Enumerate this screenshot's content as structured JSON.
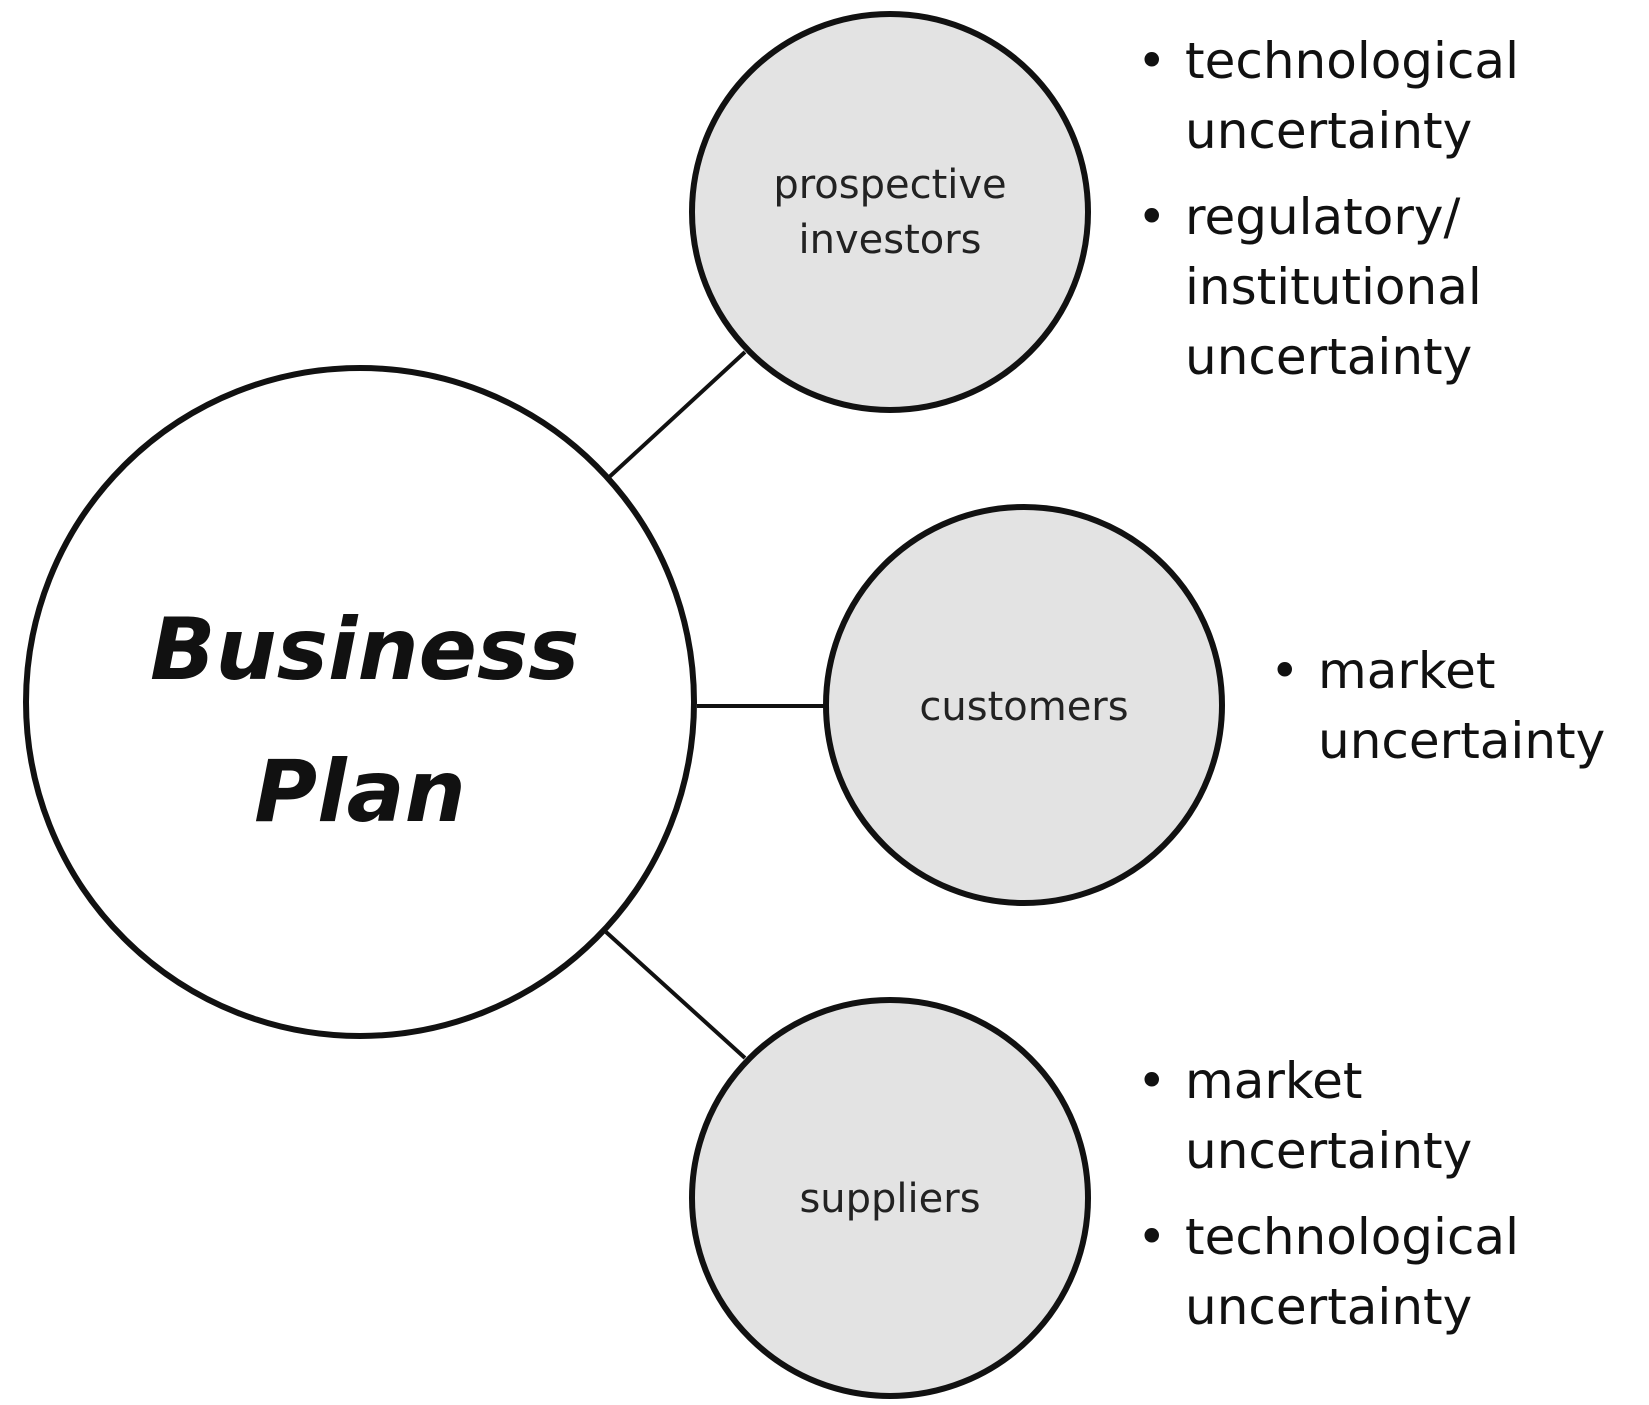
{
  "center": {
    "line1": "Business",
    "line2": "Plan"
  },
  "stakeholders": [
    {
      "id": "investors",
      "label_line1": "prospective",
      "label_line2": "investors",
      "bullets": [
        {
          "line1": "technological",
          "line2": "uncertainty"
        },
        {
          "line1": "regulatory/",
          "line2": "institutional",
          "line3": "uncertainty"
        }
      ]
    },
    {
      "id": "customers",
      "label_line1": "customers",
      "bullets": [
        {
          "line1": "market",
          "line2": "uncertainty"
        }
      ]
    },
    {
      "id": "suppliers",
      "label_line1": "suppliers",
      "bullets": [
        {
          "line1": "market",
          "line2": "uncertainty"
        },
        {
          "line1": "technological",
          "line2": "uncertainty"
        }
      ]
    }
  ],
  "colors": {
    "satellite_fill": "#e3e3e3",
    "outline": "#111111",
    "background": "#ffffff"
  }
}
